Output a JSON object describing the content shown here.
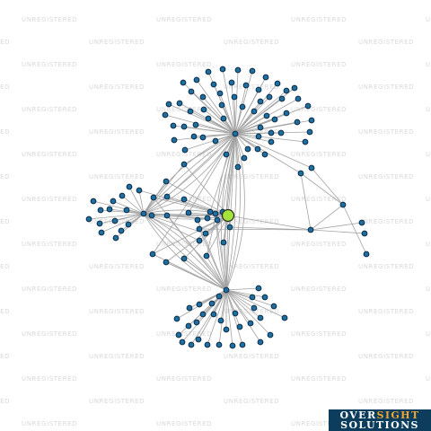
{
  "watermark": {
    "text": "UNREGISTERED"
  },
  "brand": {
    "word_a": "OVER",
    "word_b": "SIGHT",
    "word_c": "SOLUTIONS",
    "accent_color": "#f0a431",
    "bg_color": "#0c3d5c"
  },
  "graph": {
    "focus_color": "#a6e43a",
    "node_color": "#1f6ea0",
    "edge_color": "#a3a3a3"
  }
}
